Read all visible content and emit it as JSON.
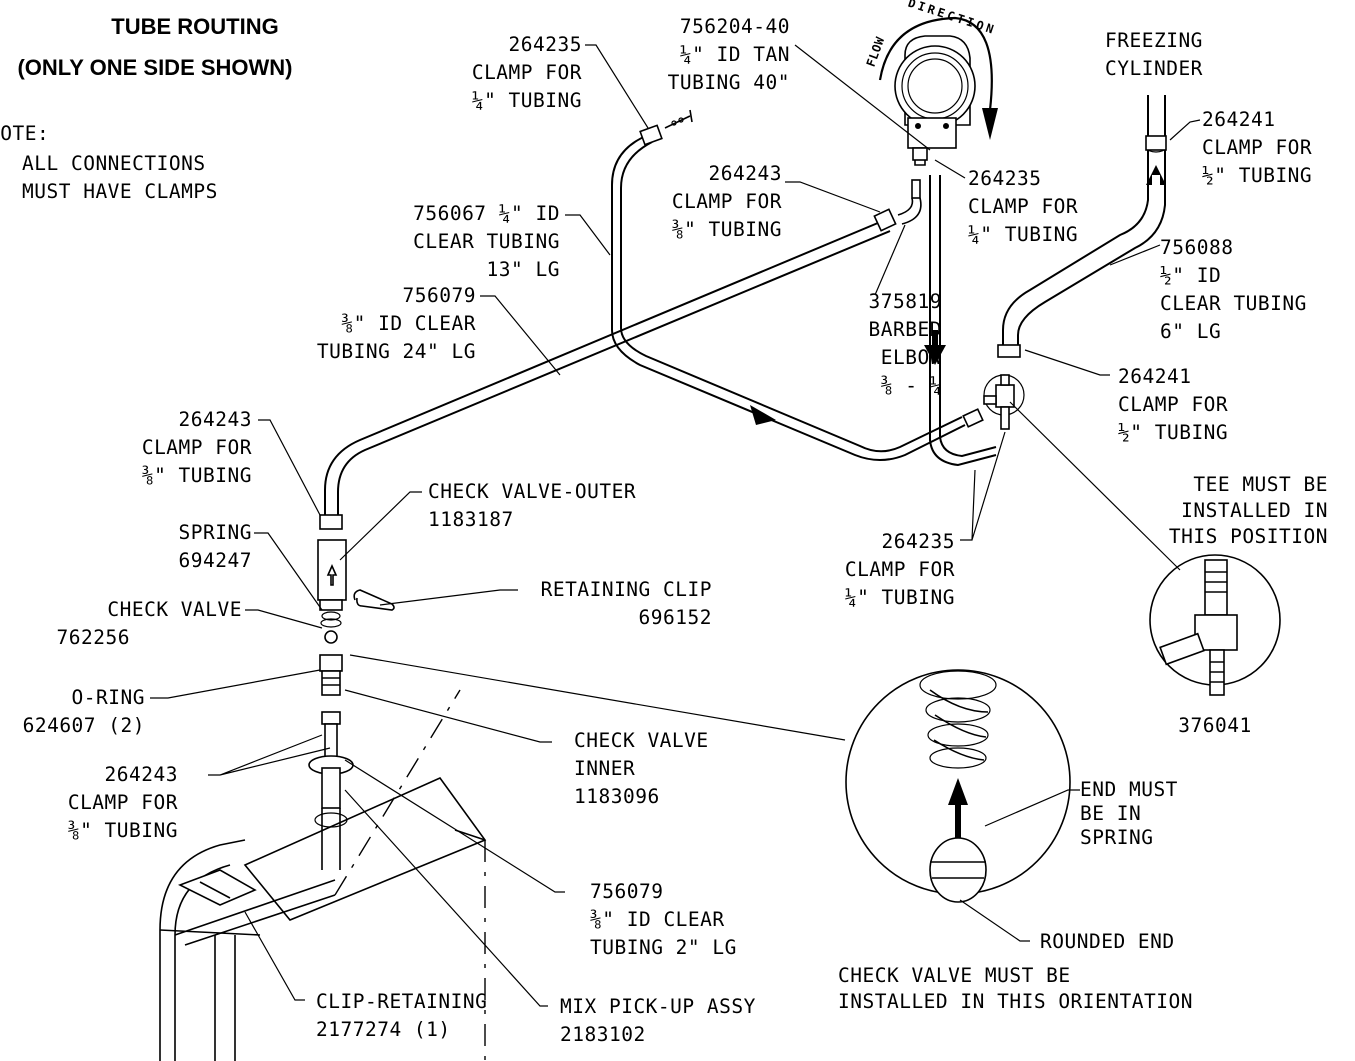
{
  "title": {
    "line1": "TUBE ROUTING",
    "line2": "(ONLY ONE SIDE SHOWN)"
  },
  "note": {
    "line1": "NOTE:",
    "line2": "ALL CONNECTIONS",
    "line3": "MUST HAVE CLAMPS"
  },
  "flow_direction": {
    "flow": "FLOW",
    "direction": "DIRECTION"
  },
  "labels": {
    "clamp_264235_top": [
      "264235",
      "CLAMP FOR",
      "¼\" TUBING"
    ],
    "tan_tubing": [
      "756204-40",
      "¼\" ID TAN",
      "TUBING 40\""
    ],
    "freezing_cylinder": [
      "FREEZING",
      "CYLINDER"
    ],
    "clamp_264241_top": [
      "264241",
      "CLAMP FOR",
      "½\" TUBING"
    ],
    "clamp_264243_mid": [
      "264243",
      "CLAMP FOR",
      "⅜\" TUBING"
    ],
    "clamp_264235_right": [
      "264235",
      "CLAMP FOR",
      "¼\" TUBING"
    ],
    "clear_tubing_13": [
      "756067 ¼\" ID",
      "CLEAR TUBING",
      "13\" LG"
    ],
    "tubing_756088": [
      "756088",
      "½\" ID",
      "CLEAR TUBING",
      "6\" LG"
    ],
    "barbed_elbow": [
      "375819",
      "BARBED",
      "ELBOW",
      "⅜ - ¼"
    ],
    "tubing_24": [
      "756079",
      "⅜\" ID CLEAR",
      "TUBING 24\" LG"
    ],
    "clamp_264241_lower": [
      "264241",
      "CLAMP FOR",
      "½\" TUBING"
    ],
    "clamp_264243_left": [
      "264243",
      "CLAMP FOR",
      "⅜\" TUBING"
    ],
    "tee_note": [
      "TEE MUST BE",
      "INSTALLED IN",
      "THIS POSITION"
    ],
    "check_valve_outer": [
      "CHECK VALVE-OUTER",
      "1183187"
    ],
    "spring": [
      "SPRING",
      "694247"
    ],
    "clamp_264235_lower": [
      "264235",
      "CLAMP FOR",
      "¼\" TUBING"
    ],
    "retaining_clip": [
      "RETAINING CLIP",
      "696152"
    ],
    "check_valve": [
      "CHECK VALVE",
      "762256"
    ],
    "o_ring": [
      "O-RING",
      "624607 (2)"
    ],
    "tee_part": [
      "376041"
    ],
    "check_valve_inner": [
      "CHECK VALVE",
      "INNER",
      "1183096"
    ],
    "clamp_264243_bottom": [
      "264243",
      "CLAMP FOR",
      "⅜\" TUBING"
    ],
    "end_in_spring": [
      "END MUST",
      "BE IN",
      "SPRING"
    ],
    "tubing_2": [
      "756079",
      "⅜\" ID CLEAR",
      "TUBING 2\" LG"
    ],
    "rounded_end": [
      "ROUNDED END"
    ],
    "orientation_note": [
      "CHECK VALVE MUST BE",
      "INSTALLED IN THIS ORIENTATION"
    ],
    "clip_retaining": [
      "CLIP-RETAINING",
      "2177274 (1)"
    ],
    "mix_pickup": [
      "MIX PICK-UP ASSY",
      "2183102"
    ]
  }
}
